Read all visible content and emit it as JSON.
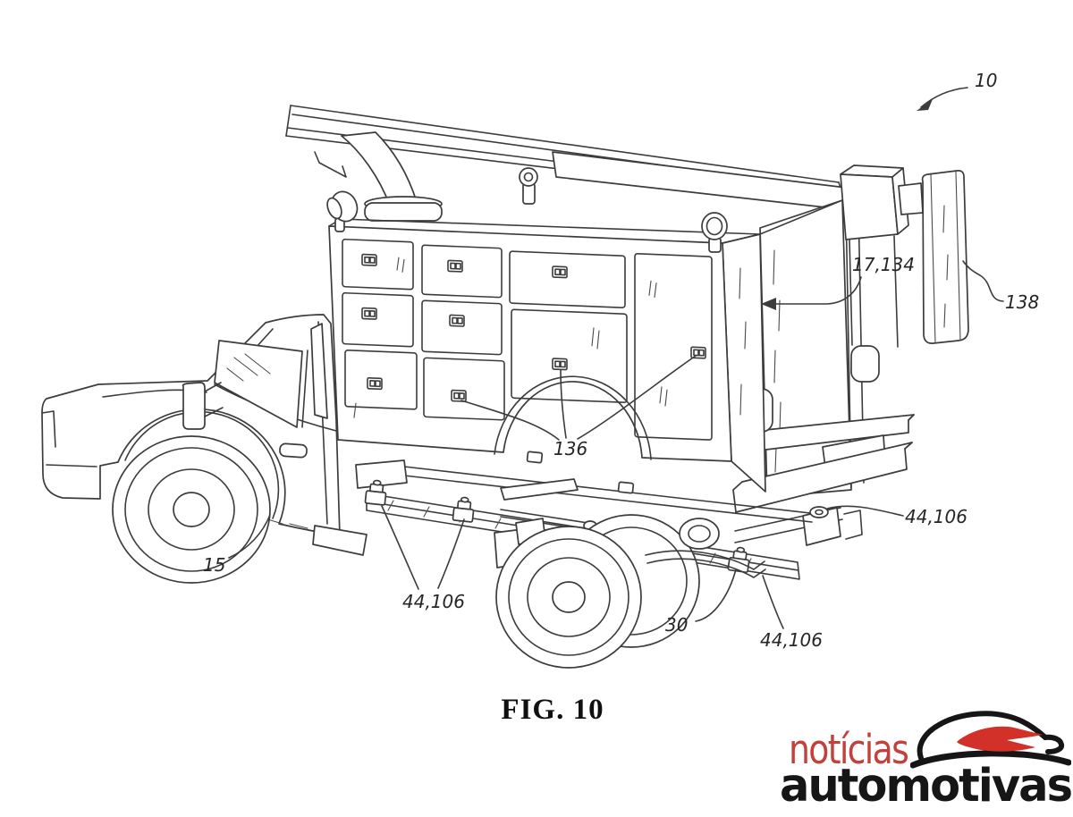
{
  "figure": {
    "caption": "FIG. 10",
    "labels": {
      "n10": "10",
      "n17_134": "17,134",
      "n138": "138",
      "n136": "136",
      "n15": "15",
      "n44_106_a": "44,106",
      "n44_106_b": "44,106",
      "n44_106_c": "44,106",
      "n30": "30"
    }
  },
  "logo": {
    "word1": "notícias",
    "word2": "automotivas",
    "word1_color": "#c4403a",
    "word2_color": "#161616",
    "swoosh_color": "#d2312a"
  },
  "colors": {
    "ink": "#3c3c3c",
    "background": "#ffffff"
  }
}
